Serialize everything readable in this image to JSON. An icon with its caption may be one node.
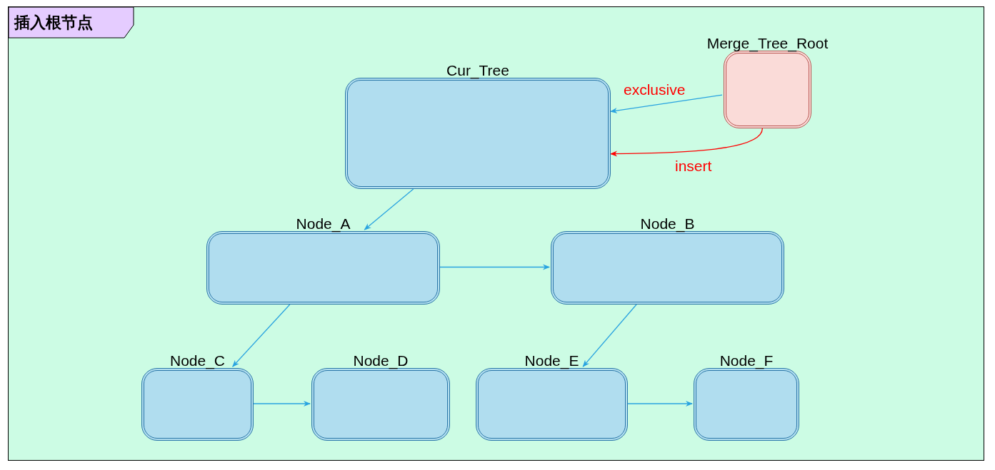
{
  "diagram": {
    "nodes": [
      {
        "text": [
          "插入根节点"
        ]
      },
      {
        "text": [
          "Cur_Tree"
        ],
        "in": 0
      },
      {
        "text": [
          "Merge_Tree_Root"
        ],
        "in": 0
      },
      {
        "text": [
          "Node_A"
        ],
        "in": 0
      },
      {
        "text": [
          "Node_B"
        ],
        "in": 0
      },
      {
        "text": [
          "Node_C"
        ],
        "in": 0
      },
      {
        "text": [
          "Node_D"
        ],
        "in": 0
      },
      {
        "text": [
          "Node_E"
        ],
        "in": 0
      },
      {
        "text": [
          "Node_F"
        ],
        "in": 0
      }
    ],
    "edges": [
      {
        "from": 2,
        "to": 1,
        "arrow": "to",
        "label": "exclusive"
      },
      {
        "from": 2,
        "to": 1,
        "arrow": "to",
        "label": "insert",
        "color": "#ff0000"
      },
      {
        "from": 1,
        "to": 3,
        "arrow": "to"
      },
      {
        "from": 3,
        "to": 4,
        "arrow": "to"
      },
      {
        "from": 3,
        "to": 5,
        "arrow": "to"
      },
      {
        "from": 5,
        "to": 6,
        "arrow": "to"
      },
      {
        "from": 4,
        "to": 7,
        "arrow": "to"
      },
      {
        "from": 7,
        "to": 8,
        "arrow": "to"
      }
    ]
  }
}
